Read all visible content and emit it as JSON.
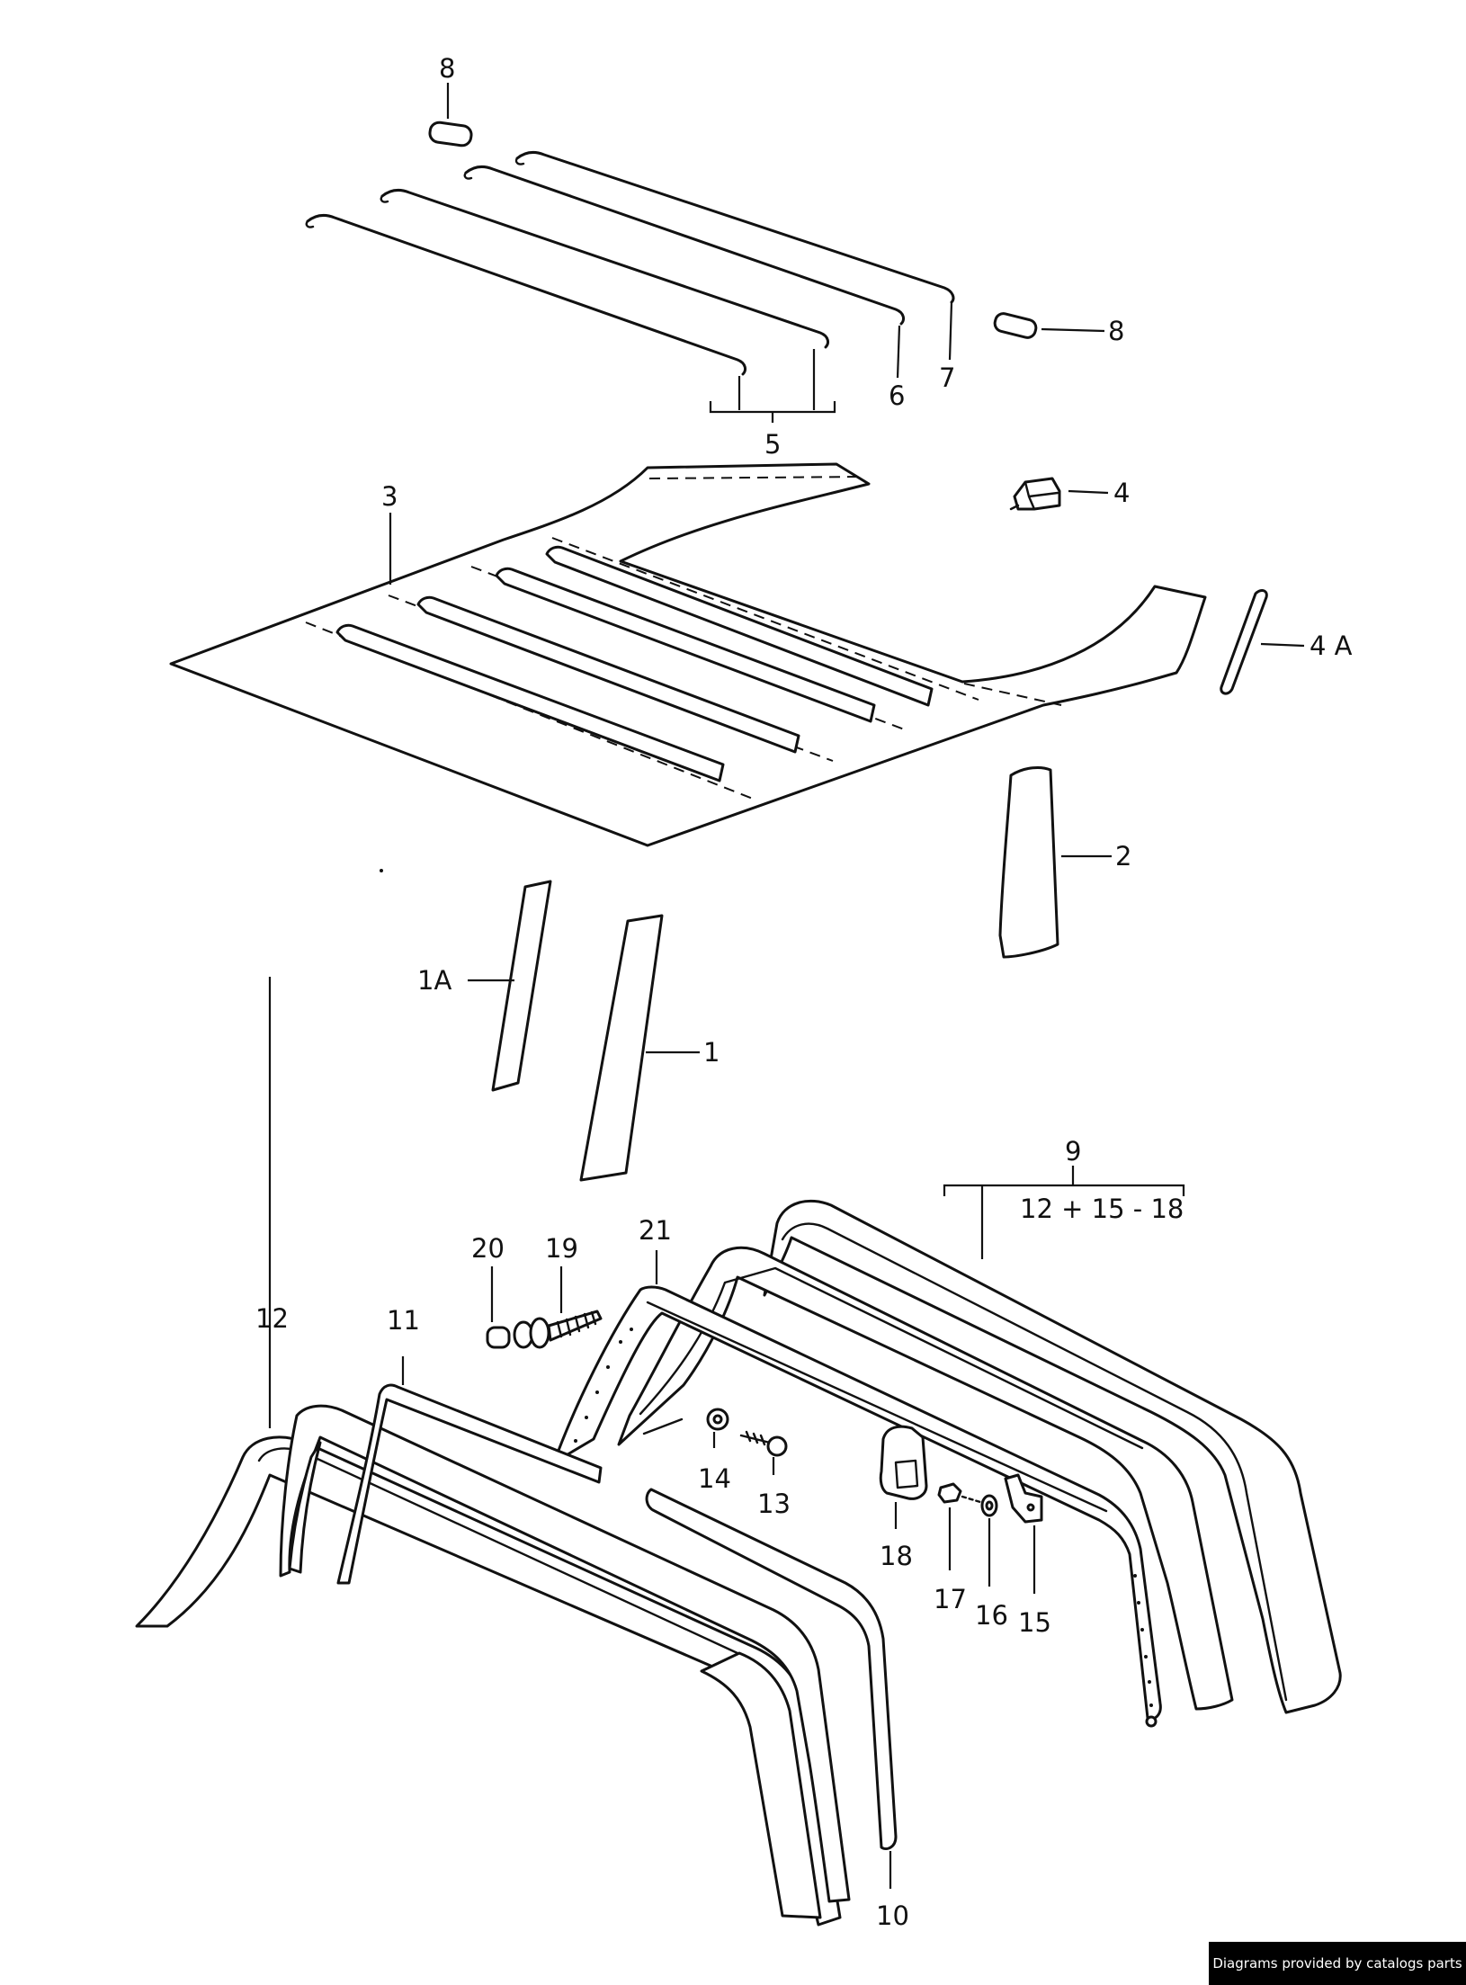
{
  "callouts": {
    "p8a": "8",
    "p8b": "8",
    "p7": "7",
    "p6": "6",
    "p5": "5",
    "p4": "4",
    "p4a": "4 A",
    "p3": "3",
    "p2": "2",
    "p1a": "1A",
    "p1": "1",
    "p9": "9",
    "p9_range": "12 + 15 - 18",
    "p21": "21",
    "p20": "20",
    "p19": "19",
    "p12": "12",
    "p11": "11",
    "p14": "14",
    "p13": "13",
    "p18": "18",
    "p17": "17",
    "p16": "16",
    "p15": "15",
    "p10": "10"
  },
  "footer": {
    "credit": "Diagrams provided by catalogs parts"
  }
}
